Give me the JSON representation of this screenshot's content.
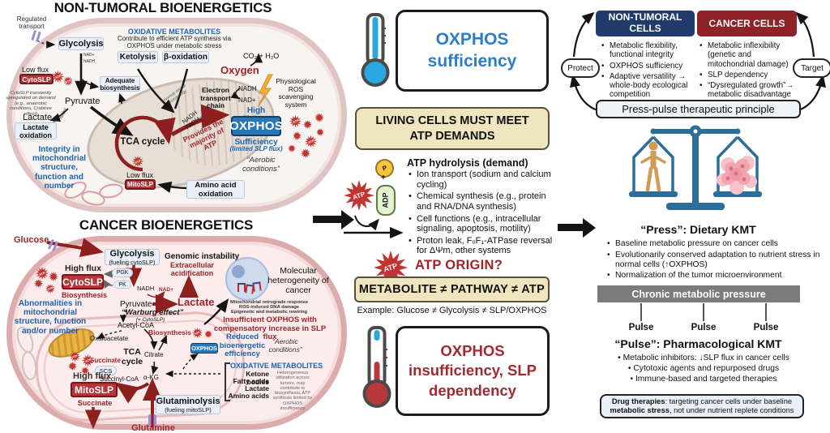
{
  "colors": {
    "oxphos_blue": "#2878b8",
    "dark_red": "#9e242b",
    "navy": "#1f3a6b",
    "cancer_red": "#8e2327",
    "tan_box": "#efe6bf",
    "gray_bar": "#7b7b7b",
    "thermo_blue": "#29a8df",
    "thermo_red": "#b8393c",
    "accent_blue_text": "#1d63ae"
  },
  "labels": {
    "atp": "ATP",
    "adp": "ADP",
    "p": "P",
    "plus": "+",
    "nad": "NAD+",
    "nadh": "NADH"
  },
  "nt": {
    "title": "NON-TUMORAL BIOENERGETICS",
    "regulated_transport": "Regulated transport",
    "glycolysis": "Glycolysis",
    "oxmet_title": "OXIDATIVE METABOLITES",
    "oxmet_desc": "Contribute to efficient ATP synthesis via OXPHOS under metabolic stress",
    "ketolysis": "Ketolysis",
    "beta_oxidation": "β-oxidation",
    "oxygen": "Oxygen",
    "co2_h2o": "CO₂ + H₂O",
    "ros_system": "Physiological ROS scavenging system",
    "low_flux_cyto": "Low flux",
    "cytoslp": "CytoSLP",
    "cytoslp_note": "CytoSLP transiently upregulated on demand (e.g., anaerobic conditions, Crabtree effect)",
    "pyruvate": "Pyruvate",
    "adequate_biosynthesis": "Adequate biosynthesis",
    "lactate": "Lactate",
    "lactate_oxidation": "Lactate oxidation",
    "etc": "Electron transport chain",
    "cristae": "Normal cristae morphology",
    "tca": "TCA cycle",
    "nadh_fadh2": "NADH FADH₂",
    "provides_atp": "Provides the majority of ATP",
    "high_efficiency": "High efficiency",
    "oxphos": "OXPHOS",
    "sufficiency": "Sufficiency",
    "limited_slp": "(limited SLP flux)",
    "aerobic": "“Aerobic conditions”",
    "integrity": "Integrity in mitochondrial structure, function and number",
    "low_flux_mito": "Low flux",
    "mitoslp": "MitoSLP",
    "amino_acid_oxidation": "Amino acid oxidation"
  },
  "ca": {
    "title": "CANCER BIOENERGETICS",
    "glucose": "Glucose",
    "glycolysis": "Glycolysis",
    "glycolysis_sub": "(fueling cytoSLP)",
    "genomic_instability": "Genomic instability",
    "extracellular_acidification": "Extracellular acidification",
    "high_flux_cyto": "High flux",
    "cytoslp": "CytoSLP",
    "biosynthesis_cyto": "Biosynthesis",
    "pgk": "PGK",
    "pk": "PK",
    "pyruvate": "Pyruvate",
    "lactate": "Lactate",
    "warburg": "“Warburg effect”",
    "warburg_sub": "(= CytoSLP)",
    "abnormalities": "Abnormalities in mitochondrial structure, function and/or number",
    "mol_heterogeneity": "Molecular heterogeneity of cancer",
    "retro_1": "Mitochondrial retrograde response",
    "retro_2": "ROS-induced DNA damage",
    "retro_3": "Epigenetic and metabolic rewiring",
    "insufficient_oxphos": "Insufficient OXPHOS with compensatory increase in SLP flux",
    "acetyl_coa": "Acetyl-CoA",
    "biosynthesis_tca": "Biosynthesis",
    "oxaloacetate": "Oxaloacetate",
    "tca": "TCA cycle",
    "citrate": "Citrate",
    "akg": "α-KG",
    "succinyl_coa": "Succinyl-CoA",
    "scs": "SCS",
    "succinate_tca": "Succinate",
    "oxphos": "OXPHOS",
    "reduced_efficiency": "Reduced bioenergetic efficiency",
    "aerobic": "“Aerobic conditions”",
    "oxmet_title": "OXIDATIVE METABOLITES",
    "oxmet_items": [
      "Ketone bodies",
      "Fatty acids",
      "Lactate",
      "Amino acids"
    ],
    "oxmet_note": "Heterogeneous utilization across tumors, may contribute to biosynthesis, ATP synthesis limited by OXPHOS insufficiency",
    "high_flux_mito": "High flux",
    "mitoslp": "MitoSLP",
    "succinate_out": "Succinate",
    "glutaminolysis": "Glutaminolysis",
    "glutaminolysis_sub": "(fueling mitoSLP)",
    "glutamine": "Glutamine"
  },
  "mid": {
    "oxphos_sufficiency": "OXPHOS sufficiency",
    "living_cells": "LIVING CELLS MUST MEET ATP DEMANDS",
    "atp_hydrolysis_title": "ATP hydrolysis (demand)",
    "atp_bullets": [
      "Ion transport (sodium and calcium cycling)",
      "Chemical synthesis (e.g., protein and RNA/DNA synthesis)",
      "Cell functions (e.g., intracellular signaling, apoptosis, motility)",
      "Proton leak, FₒF₁-ATPase reversal for ΔΨm, other systems"
    ],
    "atp_origin": "ATP ORIGIN?",
    "metabolite_box": "METABOLITE ≠ PATHWAY ≠ ATP",
    "example": "Example: Glucose ≠ Glycolysis ≠ SLP/OXPHOS",
    "oxphos_insufficiency": "OXPHOS insufficiency, SLP dependency"
  },
  "rt": {
    "nt_header": "NON-TUMORAL CELLS",
    "ca_header": "CANCER CELLS",
    "nt_bullets": [
      "Metabolic flexibility, functional integrity",
      "OXPHOS sufficiency",
      "Adaptive versatility → whole-body ecological competition"
    ],
    "ca_bullets": [
      "Metabolic inflexibility (genetic and mitochondrial damage)",
      "SLP dependency",
      "“Dysregulated growth”→ metabolic disadvantage"
    ],
    "protect": "Protect",
    "target": "Target",
    "press_pulse": "Press-pulse therapeutic principle",
    "press_title": "“Press”: Dietary KMT",
    "press_bullets": [
      "Baseline metabolic pressure on cancer cells",
      "Evolutionarily conserved adaptation to nutrient stress in normal cells (↑OXPHOS)",
      "Normalization of the tumor microenvironment"
    ],
    "chronic": "Chronic metabolic pressure",
    "pulse_label": "Pulse",
    "pulse_title": "“Pulse”: Pharmacological KMT",
    "pulse_bullets": [
      "Metabolic inhibitors: ↓SLP flux in cancer cells",
      "Cytotoxic agents and repurposed drugs",
      "Immune-based and targeted therapies"
    ],
    "drug_b1": "Drug therapies",
    "drug_t1": ": targeting cancer cells under baseline ",
    "drug_b2": "metabolic stress",
    "drug_t2": ", not under nutrient replete conditions"
  }
}
